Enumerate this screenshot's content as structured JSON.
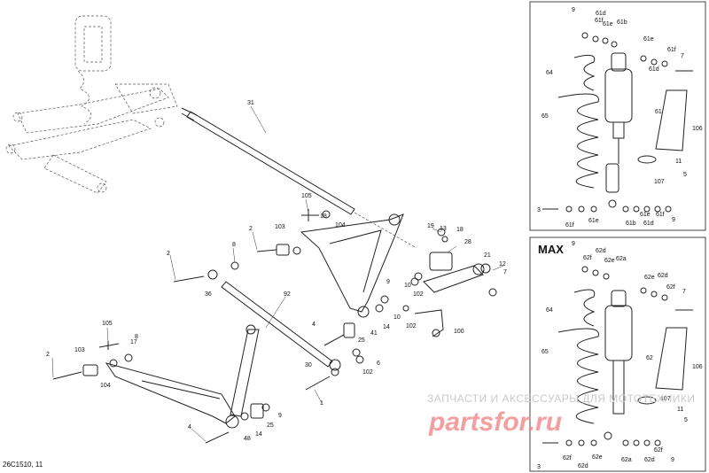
{
  "diagram": {
    "code": "26C1510, 11",
    "panel_title": "MAX",
    "watermark_line1": "ЗАПЧАСТИ И АКСЕССУАРЫ ДЛЯ МОТОТЕХНИКИ",
    "watermark_line2": "partsfor.ru"
  },
  "labels": {
    "main": [
      "31",
      "105",
      "18",
      "104",
      "103",
      "2",
      "8",
      "19",
      "13",
      "18",
      "28",
      "21",
      "12",
      "7",
      "10",
      "102",
      "9",
      "2",
      "36",
      "92",
      "10",
      "102",
      "100",
      "4",
      "41",
      "14",
      "105",
      "103",
      "17",
      "8",
      "2",
      "25",
      "30",
      "102",
      "6",
      "104",
      "1",
      "9",
      "25",
      "4",
      "14",
      "48"
    ],
    "top_panel": [
      "9",
      "61d",
      "61f",
      "61e",
      "61b",
      "61e",
      "61f",
      "61d",
      "64",
      "7",
      "65",
      "61",
      "106",
      "107",
      "11",
      "5",
      "3",
      "61f",
      "61e",
      "61b",
      "61d",
      "61e",
      "61f",
      "9"
    ],
    "bottom_panel": [
      "9",
      "62d",
      "62f",
      "62e",
      "62a",
      "62e",
      "62d",
      "62f",
      "64",
      "7",
      "65",
      "62",
      "106",
      "107",
      "11",
      "5",
      "3",
      "62f",
      "62d",
      "62e",
      "62a",
      "62d",
      "62f",
      "9"
    ]
  }
}
